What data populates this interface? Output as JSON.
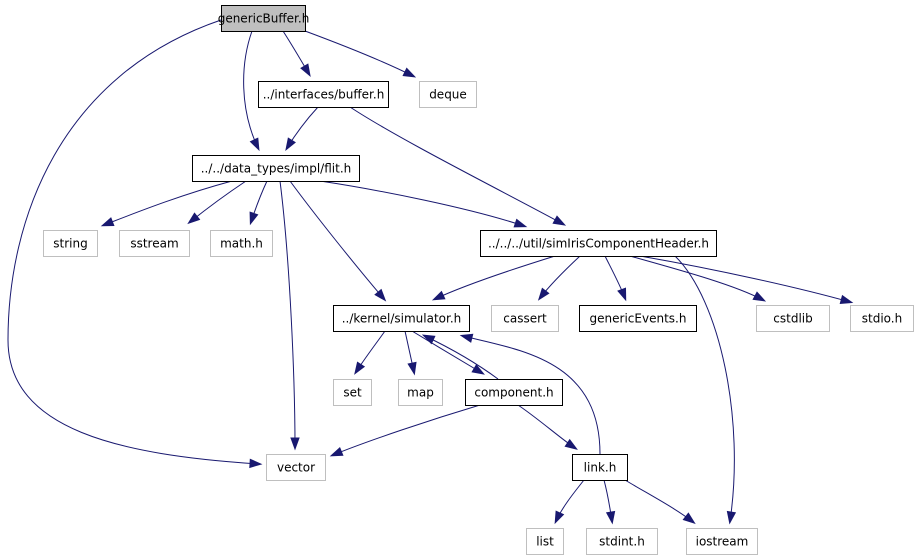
{
  "graph": {
    "edge_color": "#191970",
    "root_fill": "#bfbfbf",
    "system_border": "#bfbfbf",
    "nodes": [
      {
        "id": "genericBuffer",
        "label": "genericBuffer.h",
        "kind": "root"
      },
      {
        "id": "buffer",
        "label": "../interfaces/buffer.h",
        "kind": "local"
      },
      {
        "id": "deque",
        "label": "deque",
        "kind": "system"
      },
      {
        "id": "flit",
        "label": "../../data_types/impl/flit.h",
        "kind": "local"
      },
      {
        "id": "simIris",
        "label": "../../../util/simIrisComponentHeader.h",
        "kind": "local"
      },
      {
        "id": "string",
        "label": "string",
        "kind": "system"
      },
      {
        "id": "sstream",
        "label": "sstream",
        "kind": "system"
      },
      {
        "id": "math",
        "label": "math.h",
        "kind": "system"
      },
      {
        "id": "simulator",
        "label": "../kernel/simulator.h",
        "kind": "local"
      },
      {
        "id": "cassert",
        "label": "cassert",
        "kind": "system"
      },
      {
        "id": "genericEvents",
        "label": "genericEvents.h",
        "kind": "local"
      },
      {
        "id": "cstdlib",
        "label": "cstdlib",
        "kind": "system"
      },
      {
        "id": "stdio",
        "label": "stdio.h",
        "kind": "system"
      },
      {
        "id": "set",
        "label": "set",
        "kind": "system"
      },
      {
        "id": "map",
        "label": "map",
        "kind": "system"
      },
      {
        "id": "component",
        "label": "component.h",
        "kind": "local"
      },
      {
        "id": "vector",
        "label": "vector",
        "kind": "system"
      },
      {
        "id": "link",
        "label": "link.h",
        "kind": "local"
      },
      {
        "id": "list",
        "label": "list",
        "kind": "system"
      },
      {
        "id": "stdint",
        "label": "stdint.h",
        "kind": "system"
      },
      {
        "id": "iostream",
        "label": "iostream",
        "kind": "system"
      }
    ],
    "edges": [
      {
        "from": "genericBuffer",
        "to": "buffer"
      },
      {
        "from": "genericBuffer",
        "to": "deque"
      },
      {
        "from": "genericBuffer",
        "to": "flit"
      },
      {
        "from": "genericBuffer",
        "to": "vector"
      },
      {
        "from": "buffer",
        "to": "flit"
      },
      {
        "from": "buffer",
        "to": "simIris"
      },
      {
        "from": "flit",
        "to": "string"
      },
      {
        "from": "flit",
        "to": "sstream"
      },
      {
        "from": "flit",
        "to": "math"
      },
      {
        "from": "flit",
        "to": "simIris"
      },
      {
        "from": "flit",
        "to": "simulator"
      },
      {
        "from": "flit",
        "to": "vector"
      },
      {
        "from": "simIris",
        "to": "simulator"
      },
      {
        "from": "simIris",
        "to": "cassert"
      },
      {
        "from": "simIris",
        "to": "genericEvents"
      },
      {
        "from": "simIris",
        "to": "cstdlib"
      },
      {
        "from": "simIris",
        "to": "stdio"
      },
      {
        "from": "simIris",
        "to": "iostream"
      },
      {
        "from": "simulator",
        "to": "set"
      },
      {
        "from": "simulator",
        "to": "map"
      },
      {
        "from": "simulator",
        "to": "component"
      },
      {
        "from": "component",
        "to": "simulator"
      },
      {
        "from": "component",
        "to": "vector"
      },
      {
        "from": "component",
        "to": "link"
      },
      {
        "from": "link",
        "to": "simulator"
      },
      {
        "from": "link",
        "to": "list"
      },
      {
        "from": "link",
        "to": "stdint"
      },
      {
        "from": "link",
        "to": "iostream"
      }
    ]
  }
}
